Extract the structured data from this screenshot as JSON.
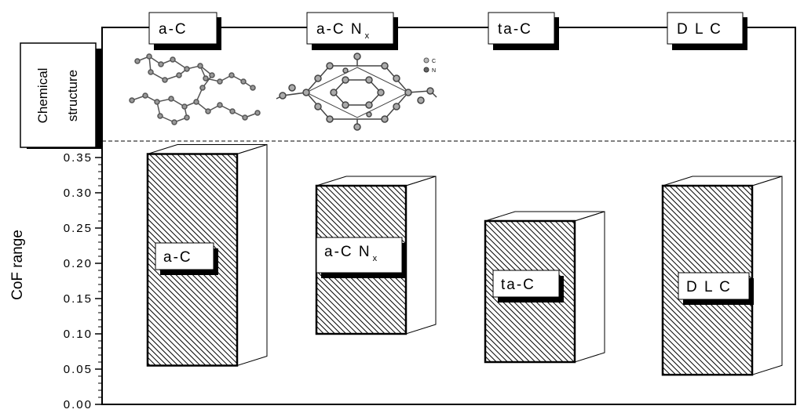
{
  "chart_data": {
    "type": "bar",
    "subtype": "floating-range-3d",
    "ylabel": "CoF range",
    "ylim": [
      0,
      0.37
    ],
    "yticks": [
      "0.00",
      "0.05",
      "0.10",
      "0.15",
      "0.20",
      "0.25",
      "0.30",
      "0.35"
    ],
    "categories": [
      {
        "label": "a-C",
        "sub": ""
      },
      {
        "label": "a-C N",
        "sub": "x"
      },
      {
        "label": "ta-C",
        "sub": ""
      },
      {
        "label": "D L C",
        "sub": ""
      }
    ],
    "ranges": [
      [
        0.055,
        0.355
      ],
      [
        0.1,
        0.31
      ],
      [
        0.06,
        0.26
      ],
      [
        0.042,
        0.31
      ]
    ],
    "row_label_line1": "Chemical",
    "row_label_line2": "structure",
    "structure_legend": [
      "C",
      "N"
    ],
    "colors": {
      "bar_fill": "#ffffff",
      "hatch": "#000000",
      "frame": "#000000"
    }
  }
}
